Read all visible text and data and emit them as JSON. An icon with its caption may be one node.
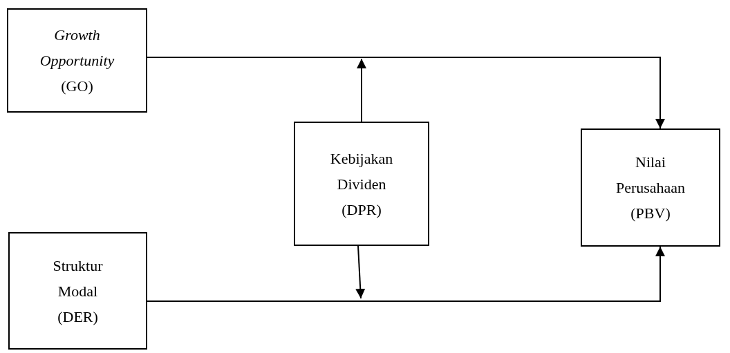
{
  "diagram": {
    "nodes": [
      {
        "text": [
          "*Growth Opportunity* (GO)"
        ]
      },
      {
        "text": [
          "Kebijakan Dividen (DPR)"
        ]
      },
      {
        "text": [
          "Nilai Perusahaan (PBV)"
        ]
      },
      {
        "text": [
          "Struktur Modal (DER)"
        ]
      }
    ],
    "edges": [
      {
        "from": 0,
        "to": 2,
        "arrow": "to"
      },
      {
        "from": 3,
        "to": 2,
        "arrow": "to"
      },
      {
        "from": 1,
        "to": null,
        "arrow": "to"
      },
      {
        "from": 1,
        "to": null,
        "arrow": "to"
      }
    ]
  }
}
